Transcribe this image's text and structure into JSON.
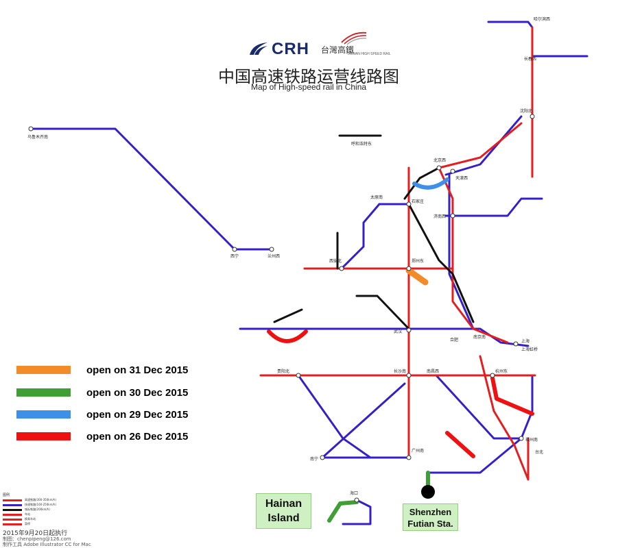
{
  "header": {
    "crh_logo_text": "CRH",
    "thsr_logo_cn": "台灣高鐵",
    "thsr_logo_en": "TAIWAN HIGH SPEED RAIL",
    "title_cn": "中国高速铁路运营线路图",
    "title_en": "Map of High-speed rail in China"
  },
  "legend": [
    {
      "label": "open on 31 Dec 2015",
      "color": "#f28c28"
    },
    {
      "label": "open on 30 Dec 2015",
      "color": "#3f9f36"
    },
    {
      "label": "open on 29 Dec 2015",
      "color": "#3d8fe8"
    },
    {
      "label": "open on 26 Dec 2015",
      "color": "#ee1111"
    }
  ],
  "callouts": {
    "hainan": "Hainan\nIsland",
    "shenzhen": "Shenzhen\nFutian Sta."
  },
  "line_colors": {
    "red_line": "#e41e1e",
    "blue_line": "#3320c8",
    "black_line": "#111111"
  },
  "key": {
    "title": "图例",
    "items": [
      "高速铁路(300-350km/h)",
      "快速铁路(160-250km/h)",
      "城际铁路(200km/h)",
      "车站",
      "换乘车站",
      "暂停"
    ]
  },
  "footer": {
    "date": "2015年9月20日起执行",
    "lines": [
      "制图：chenpipeng@126.com",
      "制作工具 Adobe Illustrator CC for Mac"
    ]
  },
  "stations": {
    "urumqi": "乌鲁木齐南",
    "xining": "西宁",
    "lanzhou": "兰州西",
    "beijing": "北京西",
    "tianjin": "天津西",
    "shijiazhuang": "石家庄",
    "taiyuan": "太原南",
    "jinan": "济南西",
    "zhengzhou": "郑州东",
    "xian": "西安北",
    "wuhan": "武汉",
    "changsha": "长沙南",
    "nanchang": "南昌西",
    "hangzhou": "杭州东",
    "shanghai": "上海",
    "shanghai_hq": "上海虹桥",
    "nanjing": "南京南",
    "hefei": "合肥",
    "guangzhou": "广州南",
    "nanning": "南宁",
    "guiyang": "贵阳北",
    "fuzhou": "福州南",
    "taipei": "台北",
    "haikou": "海口",
    "shenyang": "沈阳北",
    "changchun": "长春西",
    "harbin": "哈尔滨西",
    "hohhot": "呼和浩特东"
  }
}
